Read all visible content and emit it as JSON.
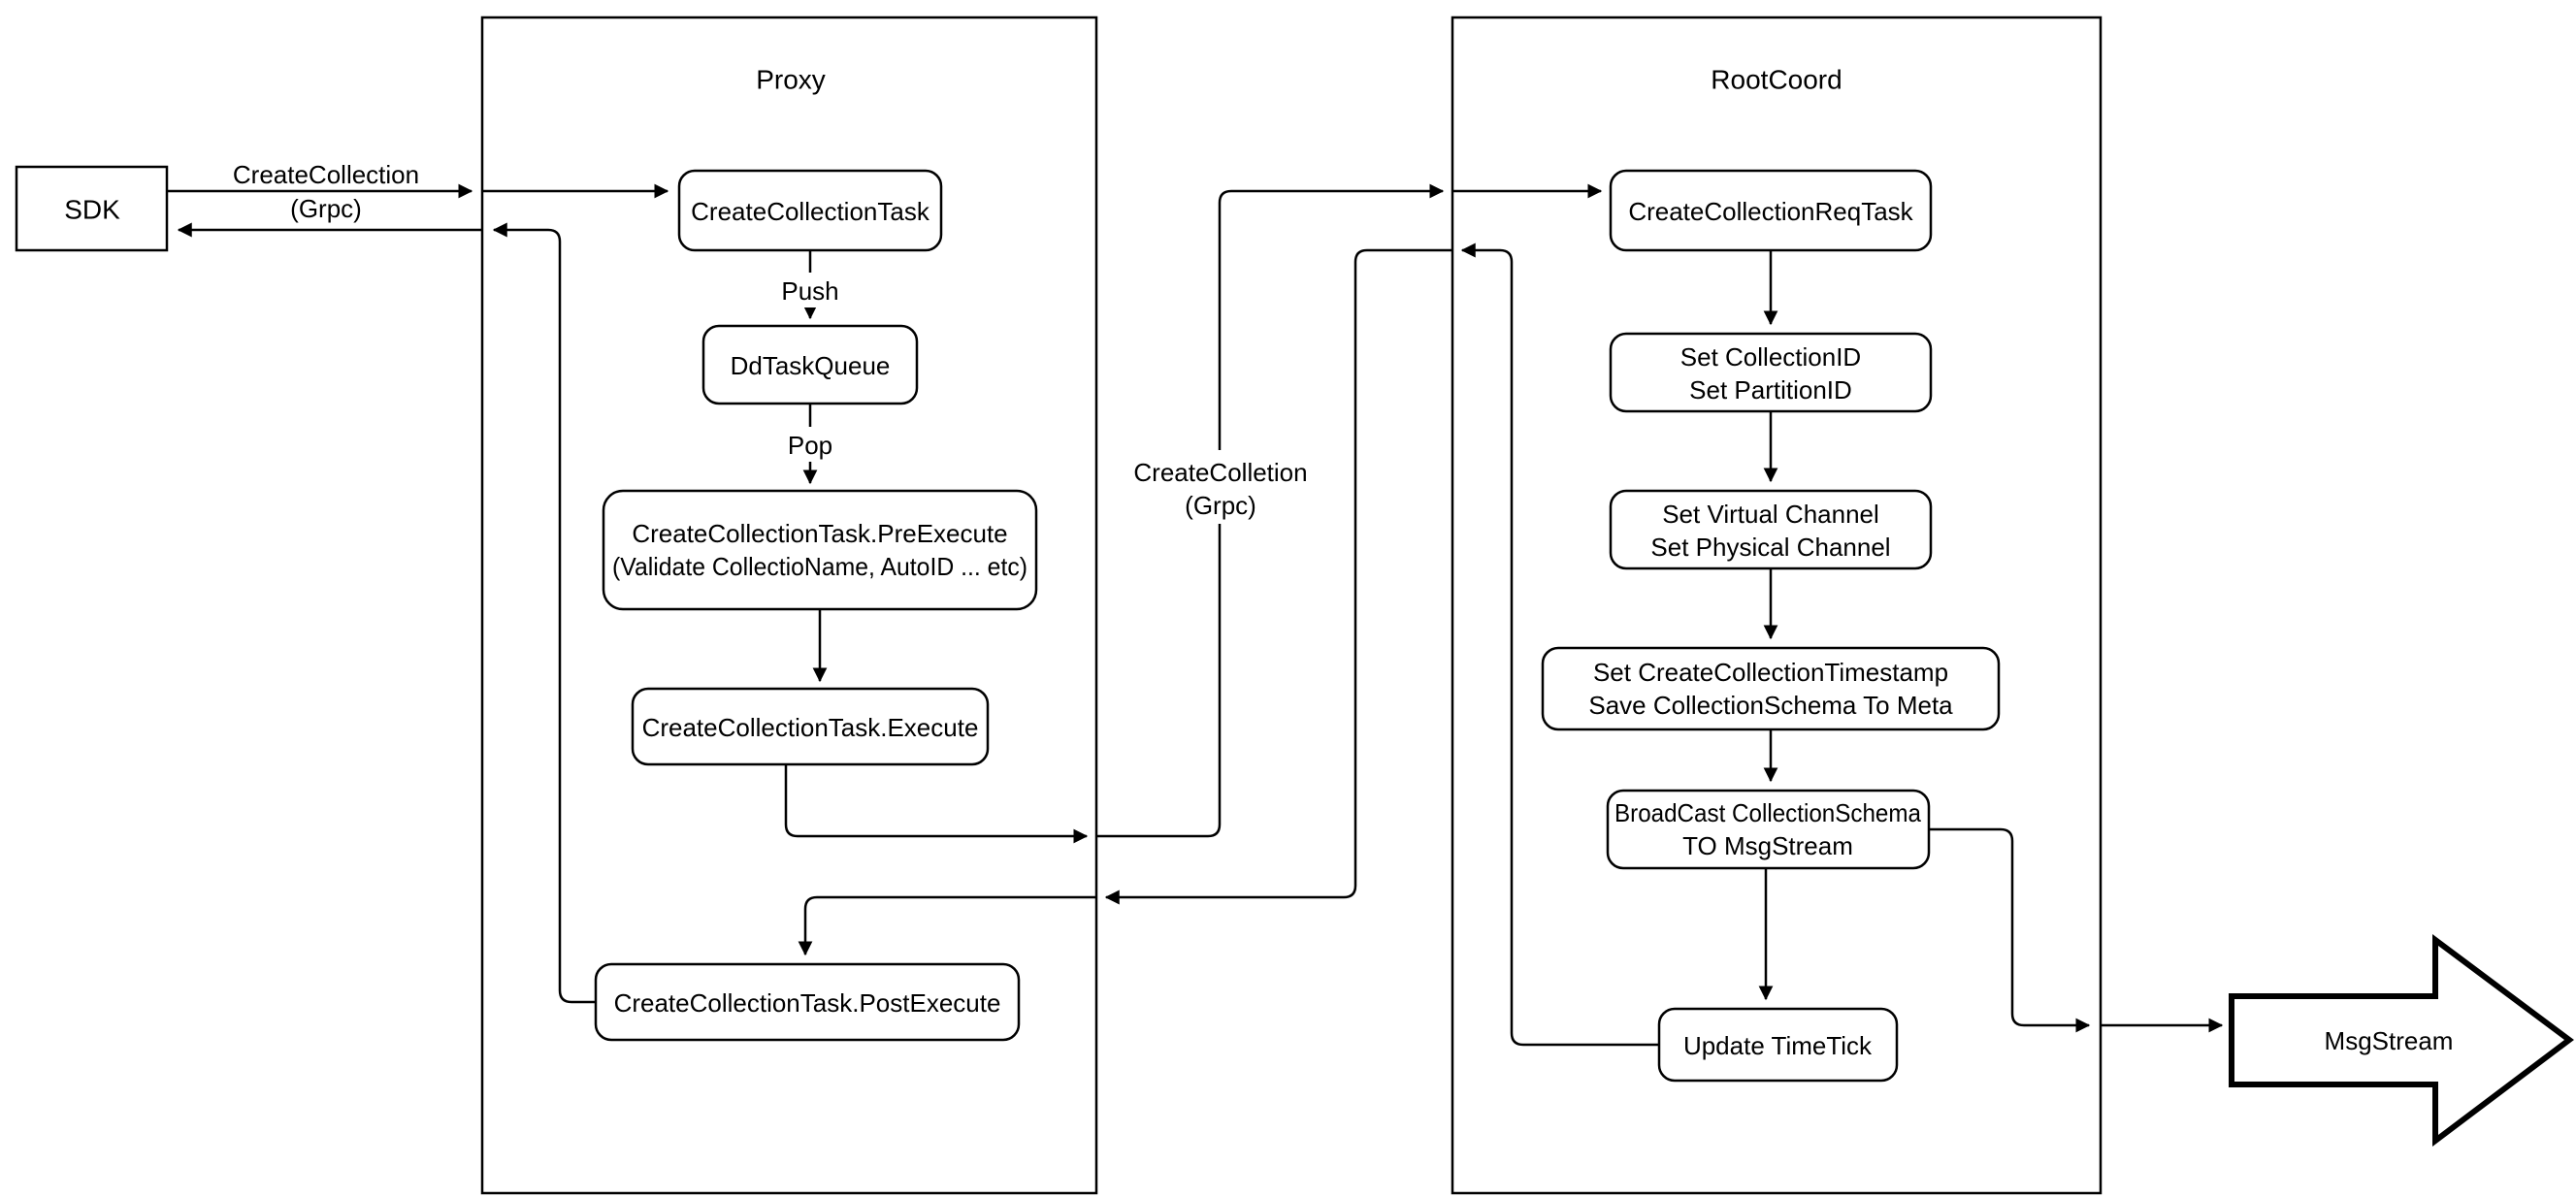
{
  "diagram": {
    "title_proxy": "Proxy",
    "title_rootcoord": "RootCoord",
    "colors": {
      "stroke": "#000000",
      "background": "#ffffff",
      "text": "#000000"
    },
    "nodes": {
      "sdk": {
        "label": "SDK"
      },
      "create_collection_task": {
        "label": "CreateCollectionTask"
      },
      "dd_task_queue": {
        "label": "DdTaskQueue"
      },
      "pre_execute": {
        "label1": "CreateCollectionTask.PreExecute",
        "label2": "(Validate CollectioName, AutoID ... etc)"
      },
      "execute": {
        "label": "CreateCollectionTask.Execute"
      },
      "post_execute": {
        "label": "CreateCollectionTask.PostExecute"
      },
      "req_task": {
        "label": "CreateCollectionReqTask"
      },
      "set_ids": {
        "label1": "Set CollectionID",
        "label2": "Set PartitionID"
      },
      "set_channels": {
        "label1": "Set Virtual Channel",
        "label2": "Set Physical Channel"
      },
      "set_timestamp": {
        "label1": "Set CreateCollectionTimestamp",
        "label2": "Save CollectionSchema To Meta"
      },
      "broadcast": {
        "label1": "BroadCast CollectionSchema",
        "label2": "TO MsgStream"
      },
      "update_timetick": {
        "label": "Update TimeTick"
      },
      "msgstream": {
        "label": "MsgStream"
      }
    },
    "edge_labels": {
      "sdk_grpc_line1": "CreateCollection",
      "sdk_grpc_line2": "(Grpc)",
      "push": "Push",
      "pop": "Pop",
      "mid_grpc_line1": "CreateColletion",
      "mid_grpc_line2": "(Grpc)"
    }
  }
}
